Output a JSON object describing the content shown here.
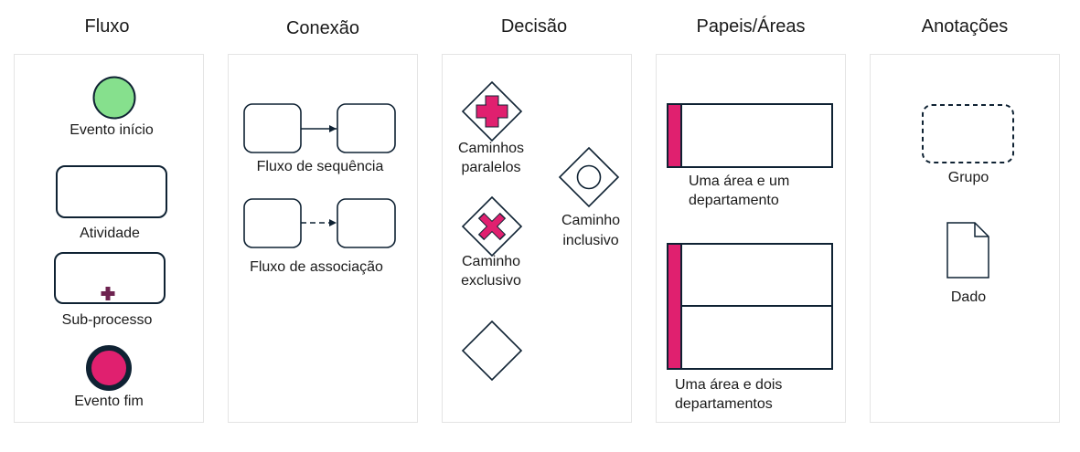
{
  "colors": {
    "stroke": "#0f2233",
    "start_fill": "#86e08d",
    "accent": "#e0206f"
  },
  "columns": [
    {
      "title": "Fluxo",
      "labels": {
        "evento_inicio": "Evento início",
        "atividade": "Atividade",
        "sub_processo": "Sub-processo",
        "evento_fim": "Evento fim"
      }
    },
    {
      "title": "Conexão",
      "labels": {
        "sequencia": "Fluxo de sequência",
        "associacao": "Fluxo de associação"
      }
    },
    {
      "title": "Decisão",
      "labels": {
        "paralelos_1": "Caminhos",
        "paralelos_2": "paralelos",
        "exclusivo_1": "Caminho",
        "exclusivo_2": "exclusivo",
        "inclusivo_1": "Caminho",
        "inclusivo_2": "inclusivo"
      }
    },
    {
      "title": "Papeis/Áreas",
      "labels": {
        "uma_area_1": "Uma área e um",
        "uma_area_2": "departamento",
        "dois_1": "Uma área e dois",
        "dois_2": "departamentos"
      }
    },
    {
      "title": "Anotações",
      "labels": {
        "grupo": "Grupo",
        "dado": "Dado"
      }
    }
  ]
}
